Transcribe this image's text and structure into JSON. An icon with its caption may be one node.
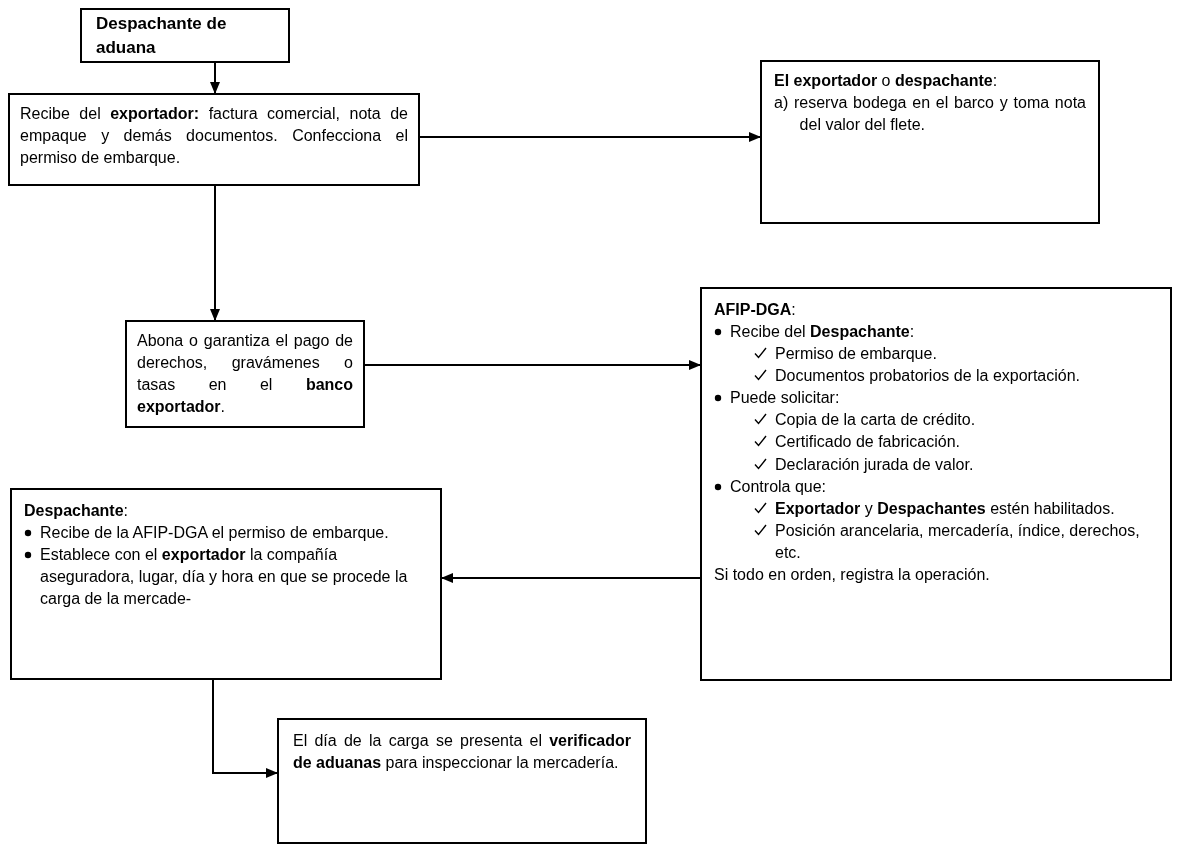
{
  "diagram": {
    "nodes": [
      {
        "text": [
          "Despachante de aduana"
        ]
      },
      {
        "text": [
          "Recibe del **exportador:** factura comercial, nota de empaque y demás documentos. Confecciona el permiso de embarque."
        ]
      },
      {
        "text": [
          "**El exportador** o **despachante**:",
          "a) reserva bodega en el barco y toma nota del valor del flete."
        ]
      },
      {
        "text": [
          "Abona o garantiza el pago de derechos, gravámenes o tasas en el **banco exportador**."
        ]
      },
      {
        "text": [
          "**AFIP-DGA**:",
          "Recibe del **Despachante**:",
          "Permiso de embarque.",
          "Documentos probatorios de la exportación.",
          "Puede solicitar:",
          "Copia de la carta de crédito.",
          "Certificado de fabricación.",
          "Declaración jurada de valor.",
          "Controla que:",
          "**Exportador** y **Despachantes** estén habilitados.",
          "Posición arancelaria, mercadería, índice, derechos, etc.",
          "Si todo en orden, registra la operación."
        ]
      },
      {
        "text": [
          "**Despachante**:",
          "Recibe de la AFIP-DGA el permiso de embarque.",
          "Establece con el **exportador** la compañía aseguradora, lugar, día y hora en que se procede la carga de la mercade-"
        ]
      },
      {
        "text": [
          "El día de la carga se presenta el **verificador de aduanas** para inspeccionar la mercadería."
        ]
      }
    ],
    "edges": [
      {
        "from": 0,
        "to": 1,
        "arrow": "to"
      },
      {
        "from": 1,
        "to": 2,
        "arrow": "to"
      },
      {
        "from": 1,
        "to": 3,
        "arrow": "to"
      },
      {
        "from": 3,
        "to": 4,
        "arrow": "to"
      },
      {
        "from": 4,
        "to": 5,
        "arrow": "to"
      },
      {
        "from": 5,
        "to": 6,
        "arrow": "to"
      }
    ]
  }
}
